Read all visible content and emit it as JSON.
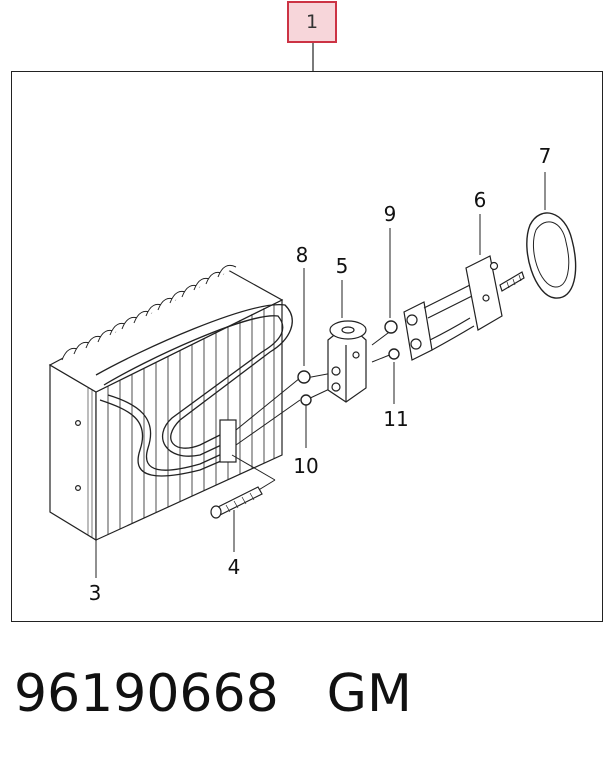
{
  "header": {
    "callout_number": "1"
  },
  "labels": {
    "p3": "3",
    "p4": "4",
    "p5": "5",
    "p6": "6",
    "p7": "7",
    "p8": "8",
    "p9": "9",
    "p10": "10",
    "p11": "11"
  },
  "footer": {
    "part_number": "96190668",
    "brand": "GM"
  },
  "colors": {
    "callout_border": "#cc3344",
    "callout_fill": "#f7d6da",
    "line": "#222222"
  }
}
